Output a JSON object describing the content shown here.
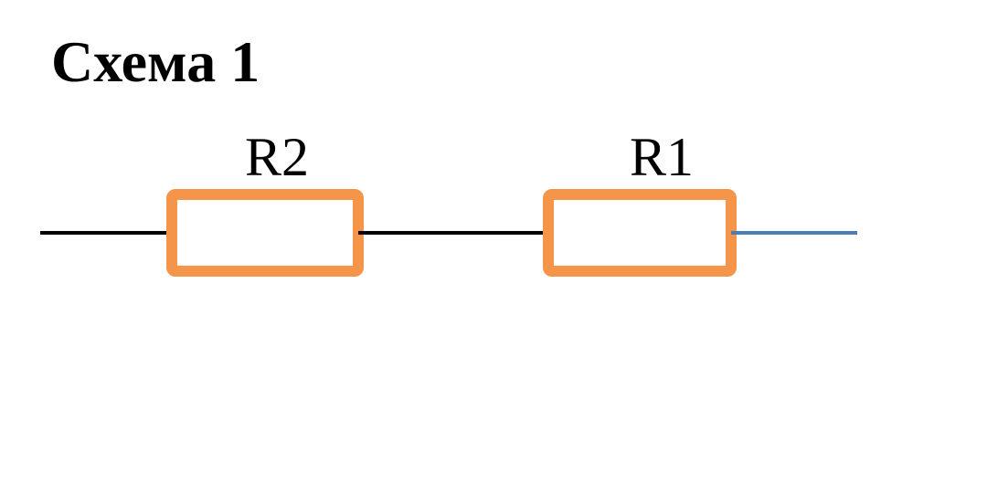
{
  "title": "Схема 1",
  "resistors": [
    {
      "label": "R2"
    },
    {
      "label": "R1"
    }
  ],
  "colors": {
    "resistor_border": "#F4954A",
    "wire": "#000000",
    "output_wire": "#4A7DB5"
  }
}
